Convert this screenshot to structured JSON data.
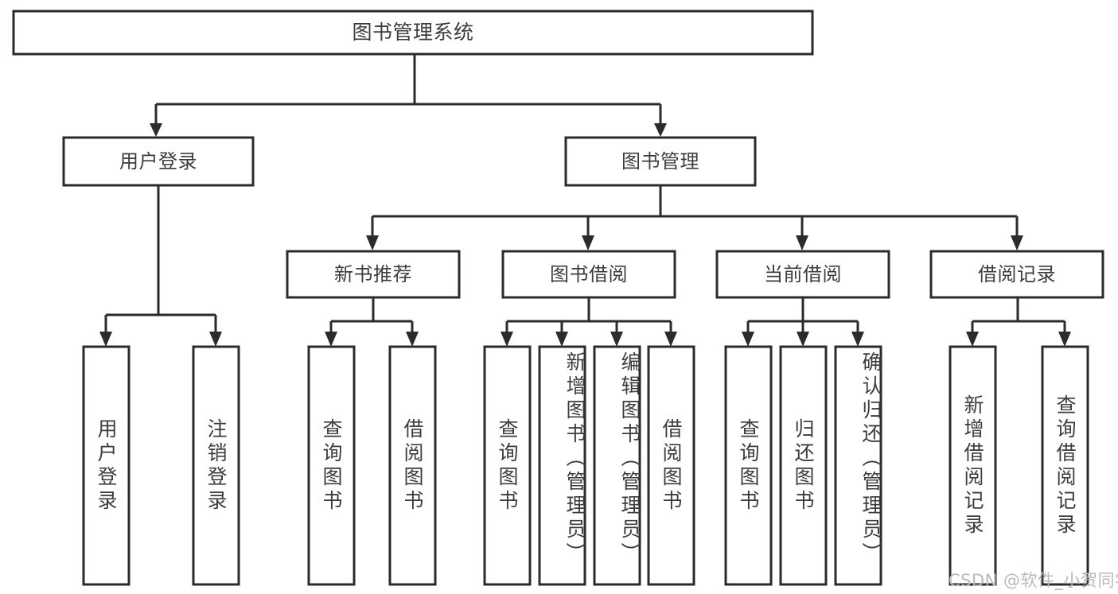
{
  "diagram": {
    "kind": "tree-hierarchy",
    "title_text": "图书管理系统",
    "colors": {
      "stroke": "#2b2b2b",
      "box_fill": "#ffffff",
      "text": "#3c3c3c",
      "background": "#ffffff",
      "watermark": "#b9b9b9"
    },
    "root": {
      "label": "图书管理系统"
    },
    "level2": [
      {
        "label": "用户登录"
      },
      {
        "label": "图书管理"
      }
    ],
    "level3": [
      {
        "label": "新书推荐"
      },
      {
        "label": "图书借阅"
      },
      {
        "label": "当前借阅"
      },
      {
        "label": "借阅记录"
      }
    ],
    "leaves": {
      "user_login": [
        {
          "label": "用户登录"
        },
        {
          "label": "注销登录"
        }
      ],
      "new_book_recommend": [
        {
          "label": "查询图书"
        },
        {
          "label": "借阅图书"
        }
      ],
      "book_borrow": [
        {
          "label": "查询图书"
        },
        {
          "label": "新增图书（管理员）"
        },
        {
          "label": "编辑图书（管理员）"
        },
        {
          "label": "借阅图书"
        }
      ],
      "current_borrow": [
        {
          "label": "查询图书"
        },
        {
          "label": "归还图书"
        },
        {
          "label": "确认归还（管理员）"
        }
      ],
      "borrow_record": [
        {
          "label": "新增借阅记录"
        },
        {
          "label": "查询借阅记录"
        }
      ]
    },
    "watermark": "CSDN @软件_小贺同学"
  }
}
